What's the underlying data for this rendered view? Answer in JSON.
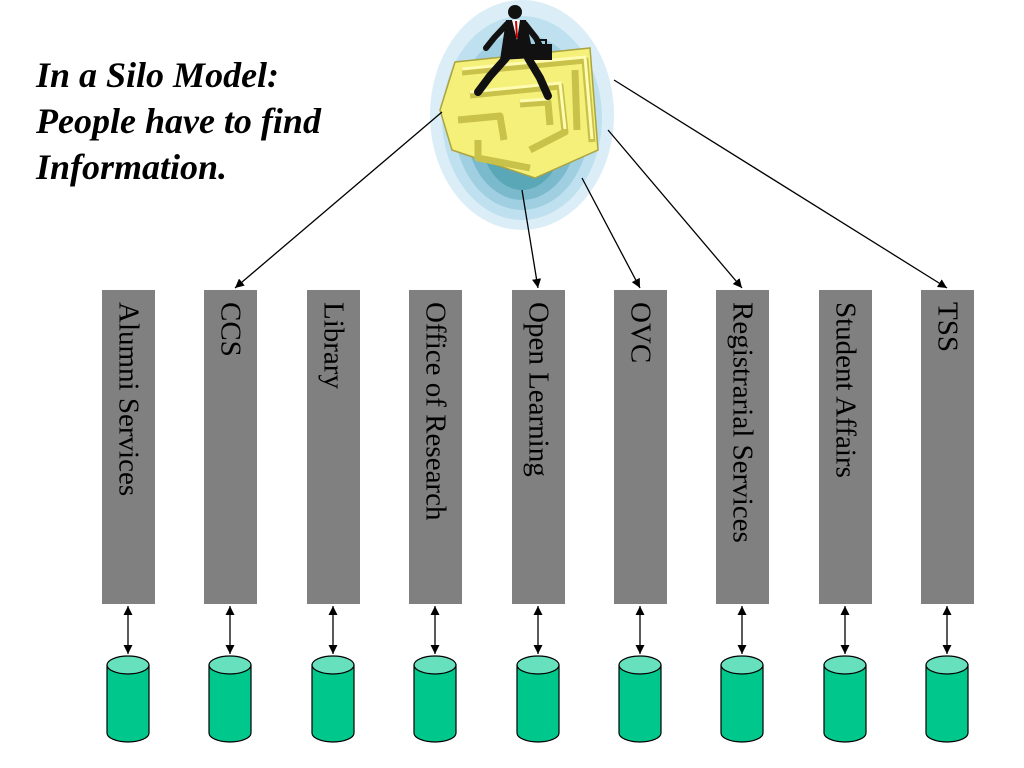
{
  "title": {
    "line1": "In a Silo Model:",
    "line2": "People have to find",
    "line3": "Information."
  },
  "clipart": {
    "icon": "businessman-in-maze-icon"
  },
  "colors": {
    "silo": "#808080",
    "database_body": "#00c88c",
    "database_top": "#66e0bd",
    "maze_wall": "#f5f07a",
    "maze_floor": "#5aa7b8"
  },
  "silos": [
    {
      "label": "Alumni Services",
      "connected": false
    },
    {
      "label": "CCS",
      "connected": true
    },
    {
      "label": "Library",
      "connected": false
    },
    {
      "label": "Office of Research",
      "connected": false
    },
    {
      "label": "Open Learning",
      "connected": true
    },
    {
      "label": "OVC",
      "connected": true
    },
    {
      "label": "Registrarial Services",
      "connected": true
    },
    {
      "label": "Student Affairs",
      "connected": false
    },
    {
      "label": "TSS",
      "connected": true
    }
  ]
}
